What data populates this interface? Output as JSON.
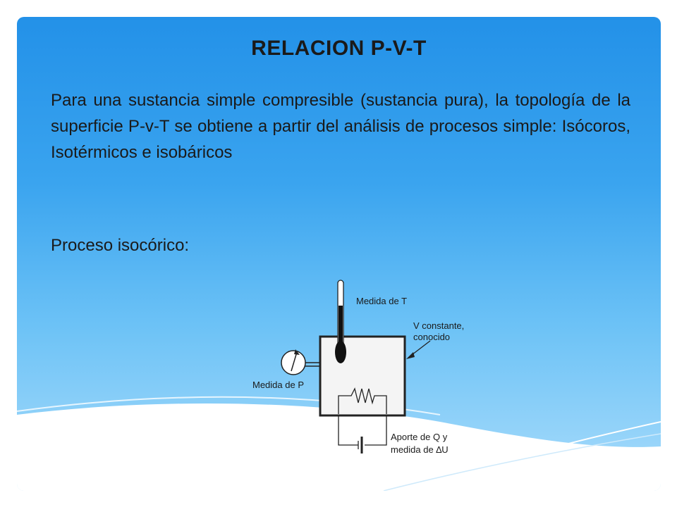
{
  "slide": {
    "title": "RELACION P-V-T",
    "paragraph": "Para una sustancia simple compresible (sustancia pura), la topología de la superficie P-v-T se obtiene a partir del análisis de procesos simple: Isócoros, Isotérmicos e isobáricos",
    "subheading": "Proceso isocórico:"
  },
  "diagram": {
    "label_temperature": "Medida de T",
    "label_volume_line1": "V constante,",
    "label_volume_line2": "conocido",
    "label_pressure": "Medida de P",
    "label_heat_line1": "Aporte de Q y",
    "label_heat_line2": "medida de ∆U"
  },
  "colors": {
    "background_top": "#2391e8",
    "background_bottom": "#a9dcfb",
    "text": "#1a1a1a"
  }
}
